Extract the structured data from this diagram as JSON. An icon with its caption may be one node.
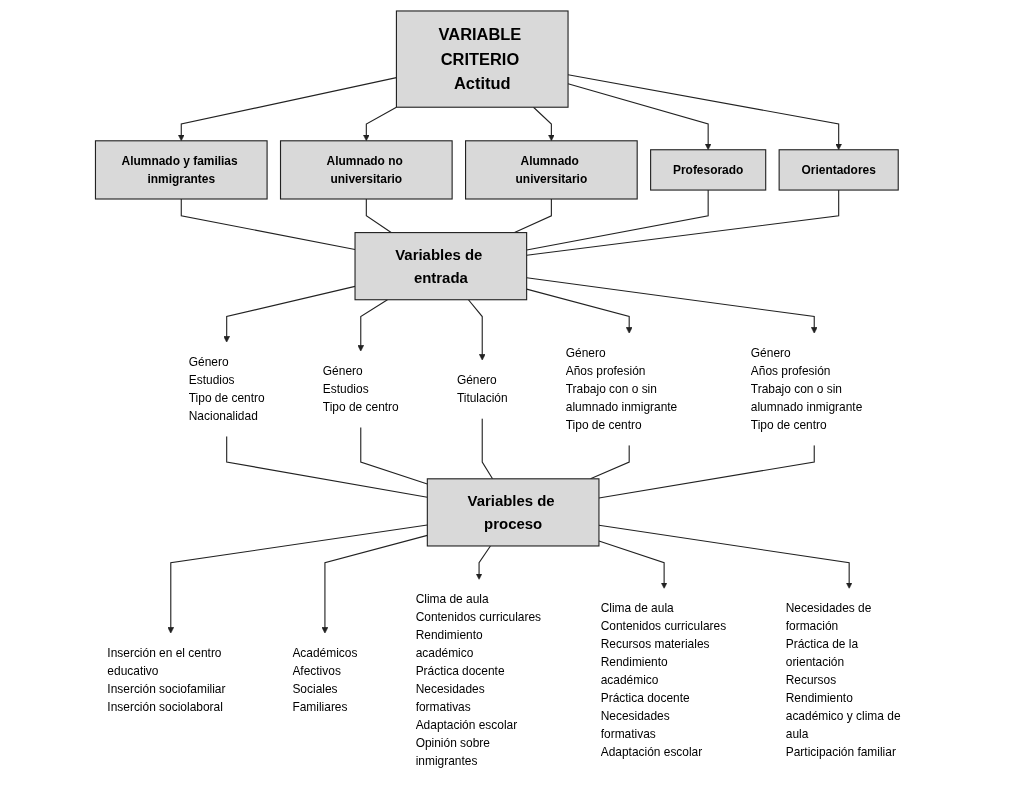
{
  "diagram": {
    "nodes": [
      {
        "text": [
          "VARIABLE CRITERIO Actitud"
        ]
      },
      {
        "text": [
          "Alumnado y familias inmigrantes"
        ]
      },
      {
        "text": [
          "Alumnado no universitario"
        ]
      },
      {
        "text": [
          "Alumnado universitario"
        ]
      },
      {
        "text": [
          "Profesorado"
        ]
      },
      {
        "text": [
          "Orientadores"
        ]
      },
      {
        "text": [
          "Variables de entrada"
        ]
      },
      {
        "text": [
          "Género",
          "Estudios",
          "Tipo de centro",
          "Nacionalidad"
        ]
      },
      {
        "text": [
          "Género",
          "Estudios",
          "Tipo de centro"
        ]
      },
      {
        "text": [
          "Género",
          "Titulación"
        ]
      },
      {
        "text": [
          "Género",
          "Años profesión",
          "Trabajo con o sin alumnado inmigrante",
          "Tipo de centro"
        ]
      },
      {
        "text": [
          "Género",
          "Años profesión",
          "Trabajo con o sin alumnado inmigrante",
          "Tipo de centro"
        ]
      },
      {
        "text": [
          "Variables de proceso"
        ]
      },
      {
        "text": [
          "Inserción en el centro educativo",
          "Inserción sociofamiliar",
          "Inserción sociolaboral"
        ]
      },
      {
        "text": [
          "Académicos",
          "Afectivos",
          "Sociales",
          "Familiares"
        ]
      },
      {
        "text": [
          "Clima de aula",
          "Contenidos curriculares",
          "Rendimiento académico",
          "Práctica docente",
          "Necesidades formativas",
          "Adaptación escolar",
          "Opinión sobre inmigrantes"
        ]
      },
      {
        "text": [
          "Clima de aula",
          "Contenidos curriculares",
          "Recursos materiales",
          "Rendimiento académico",
          "Práctica docente",
          "Necesidades formativas",
          "Adaptación escolar"
        ]
      },
      {
        "text": [
          "Necesidades de formación",
          "Práctica de la orientación",
          "Recursos",
          "Rendimiento académico y clima de aula",
          "Participación familiar"
        ]
      }
    ],
    "edges": [
      {
        "from": 0,
        "to": 1,
        "arrow": "to"
      },
      {
        "from": 0,
        "to": 2,
        "arrow": "to"
      },
      {
        "from": 0,
        "to": 3,
        "arrow": "to"
      },
      {
        "from": 0,
        "to": 4,
        "arrow": "to"
      },
      {
        "from": 0,
        "to": 5,
        "arrow": "to"
      },
      {
        "from": 1,
        "to": 6,
        "arrow": "none"
      },
      {
        "from": 2,
        "to": 6,
        "arrow": "none"
      },
      {
        "from": 3,
        "to": 6,
        "arrow": "none"
      },
      {
        "from": 4,
        "to": 6,
        "arrow": "none"
      },
      {
        "from": 5,
        "to": 6,
        "arrow": "none"
      },
      {
        "from": 6,
        "to": 7,
        "arrow": "to"
      },
      {
        "from": 6,
        "to": 8,
        "arrow": "to"
      },
      {
        "from": 6,
        "to": 9,
        "arrow": "to"
      },
      {
        "from": 6,
        "to": 10,
        "arrow": "to"
      },
      {
        "from": 6,
        "to": 11,
        "arrow": "to"
      },
      {
        "from": 7,
        "to": 12,
        "arrow": "none"
      },
      {
        "from": 8,
        "to": 12,
        "arrow": "none"
      },
      {
        "from": 9,
        "to": 12,
        "arrow": "none"
      },
      {
        "from": 10,
        "to": 12,
        "arrow": "none"
      },
      {
        "from": 11,
        "to": 12,
        "arrow": "none"
      },
      {
        "from": 12,
        "to": 13,
        "arrow": "to"
      },
      {
        "from": 12,
        "to": 14,
        "arrow": "to"
      },
      {
        "from": 12,
        "to": 15,
        "arrow": "to"
      },
      {
        "from": 12,
        "to": 16,
        "arrow": "to"
      },
      {
        "from": 12,
        "to": 17,
        "arrow": "to"
      }
    ]
  }
}
